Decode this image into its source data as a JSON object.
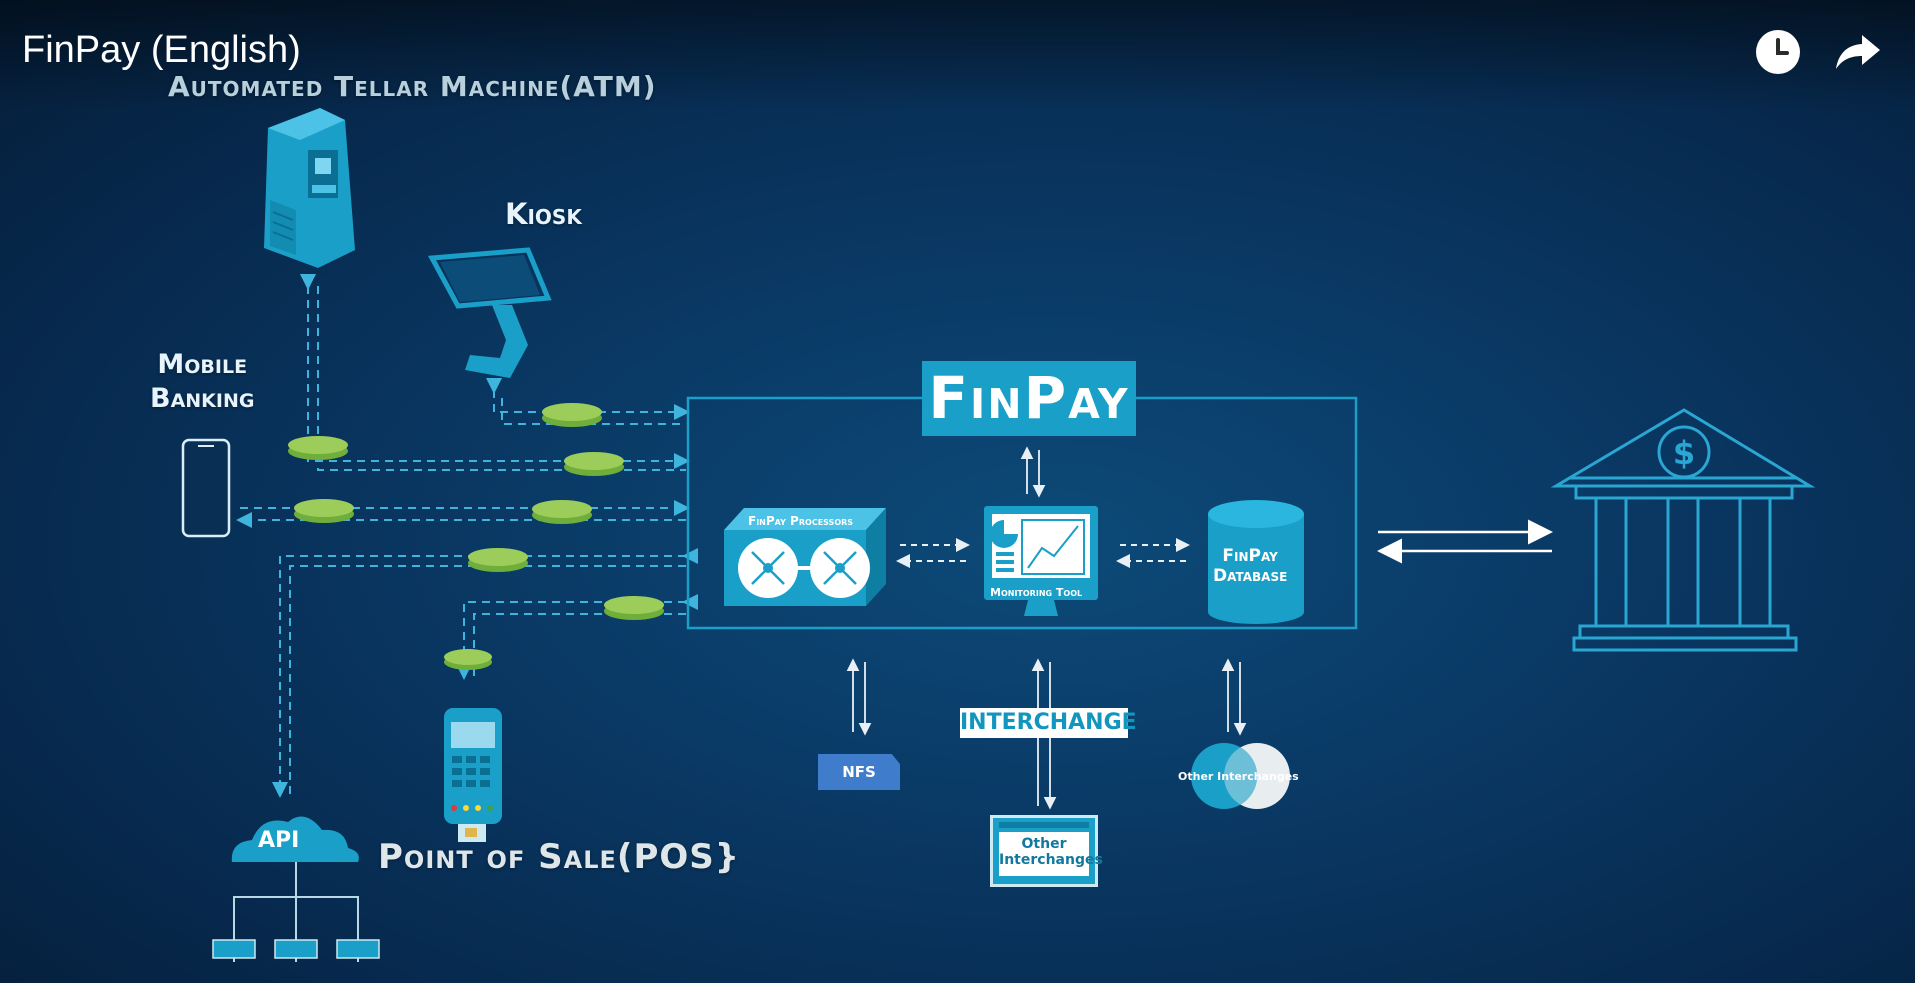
{
  "player": {
    "title": "FinPay (English)",
    "controls": [
      {
        "name": "watch-later",
        "icon": "clock-icon"
      },
      {
        "name": "share",
        "icon": "share-arrow-icon"
      }
    ]
  },
  "diagram": {
    "labels": {
      "atm": "Automated Tellar Machine(ATM)",
      "kiosk": "Kiosk",
      "mobile_line1": "Mobile",
      "mobile_line2": "Banking",
      "pos": "Point of Sale(POS}",
      "api": "API"
    },
    "core": {
      "logo": "FinPay",
      "processors": "FinPay Processors",
      "monitoring": "Monitoring Tool",
      "database_line1": "FinPay",
      "database_line2": "Database"
    },
    "interchange": {
      "label": "INTERCHANGE",
      "nfs": "NFS",
      "other_box_line1": "Other",
      "other_box_line2": "Interchanges",
      "other_circle": "Other Interchanges"
    },
    "colors": {
      "accent": "#1aa0c8",
      "line": "#3fb4dc",
      "money": "#6fae3a",
      "bank": "#2aa6d2"
    }
  }
}
